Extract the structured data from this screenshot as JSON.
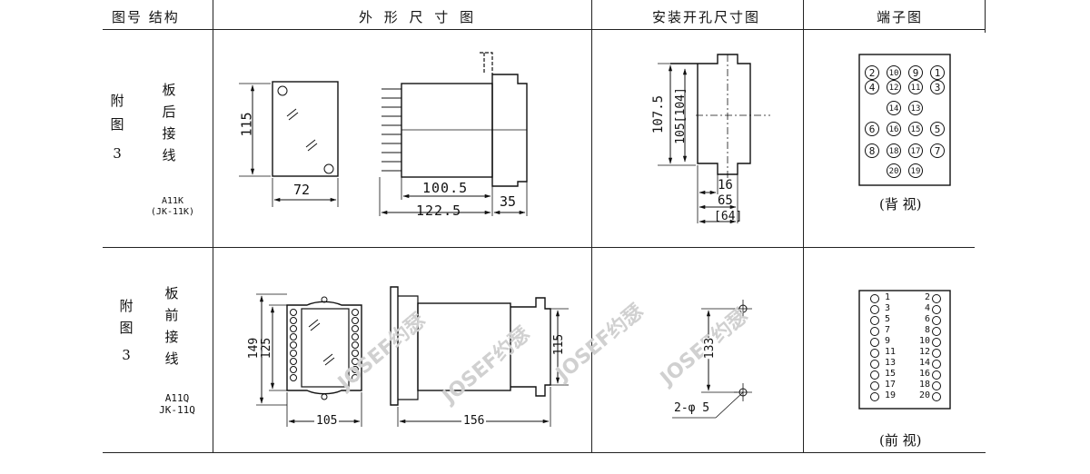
{
  "header": {
    "col1": "图号  结构",
    "col2": "外 形 尺 寸 图",
    "col3": "安装开孔尺寸图",
    "col4": "端子图"
  },
  "row1": {
    "figure_label": [
      "附",
      "图",
      "3"
    ],
    "structure": [
      "板",
      "后",
      "接",
      "线"
    ],
    "model_line1": "A11K",
    "model_line2": "(JK-11K)",
    "dims": {
      "height": "115",
      "width": "72",
      "body_depth": "100.5",
      "total_depth": "122.5",
      "front": "35",
      "cut_h1": "107.5",
      "cut_h2": "105[104]",
      "cut_w1": "16",
      "cut_w2": "65",
      "cut_w3": "[64]"
    },
    "terminals": [
      [
        "2",
        "10",
        "9",
        "1"
      ],
      [
        "4",
        "12",
        "11",
        "3"
      ],
      [
        "",
        "14",
        "13",
        ""
      ],
      [
        "6",
        "16",
        "15",
        "5"
      ],
      [
        "8",
        "18",
        "17",
        "7"
      ],
      [
        "",
        "20",
        "19",
        ""
      ]
    ],
    "caption": "(背 视)"
  },
  "row2": {
    "figure_label": [
      "附",
      "图",
      "3"
    ],
    "structure": [
      "板",
      "前",
      "接",
      "线"
    ],
    "model_line1": "A11Q",
    "model_line2": "JK-11Q",
    "dims": {
      "outer_h": "149",
      "inner_h": "125",
      "width": "105",
      "depth": "156",
      "side_h": "115",
      "hole_spacing": "133",
      "hole_dia": "2-φ 5"
    },
    "terminals": [
      [
        "1",
        "2"
      ],
      [
        "3",
        "4"
      ],
      [
        "5",
        "6"
      ],
      [
        "7",
        "8"
      ],
      [
        "9",
        "10"
      ],
      [
        "11",
        "12"
      ],
      [
        "13",
        "14"
      ],
      [
        "15",
        "16"
      ],
      [
        "17",
        "18"
      ],
      [
        "19",
        "20"
      ]
    ],
    "caption": "(前 视)"
  },
  "watermark": "JOSEF约瑟"
}
